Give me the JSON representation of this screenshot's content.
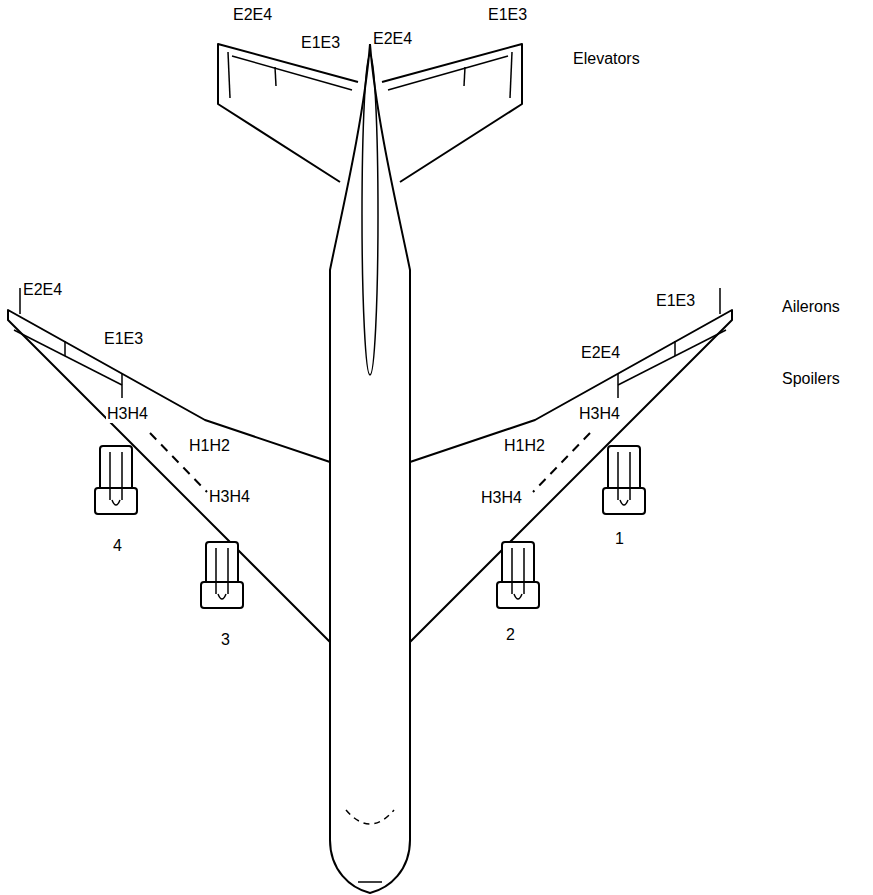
{
  "diagram": {
    "labels": [
      "E2E4",
      "E1E3",
      "E1E3",
      "E2E4",
      "Elevators",
      "E2E4",
      "E1E3",
      "Ailerons",
      "E1E3",
      "E2E4",
      "Spoilers",
      "H3H4",
      "H3H4",
      "H1H2",
      "H1H2",
      "H3H4",
      "H3H4",
      "4",
      "1",
      "3",
      "2"
    ]
  }
}
